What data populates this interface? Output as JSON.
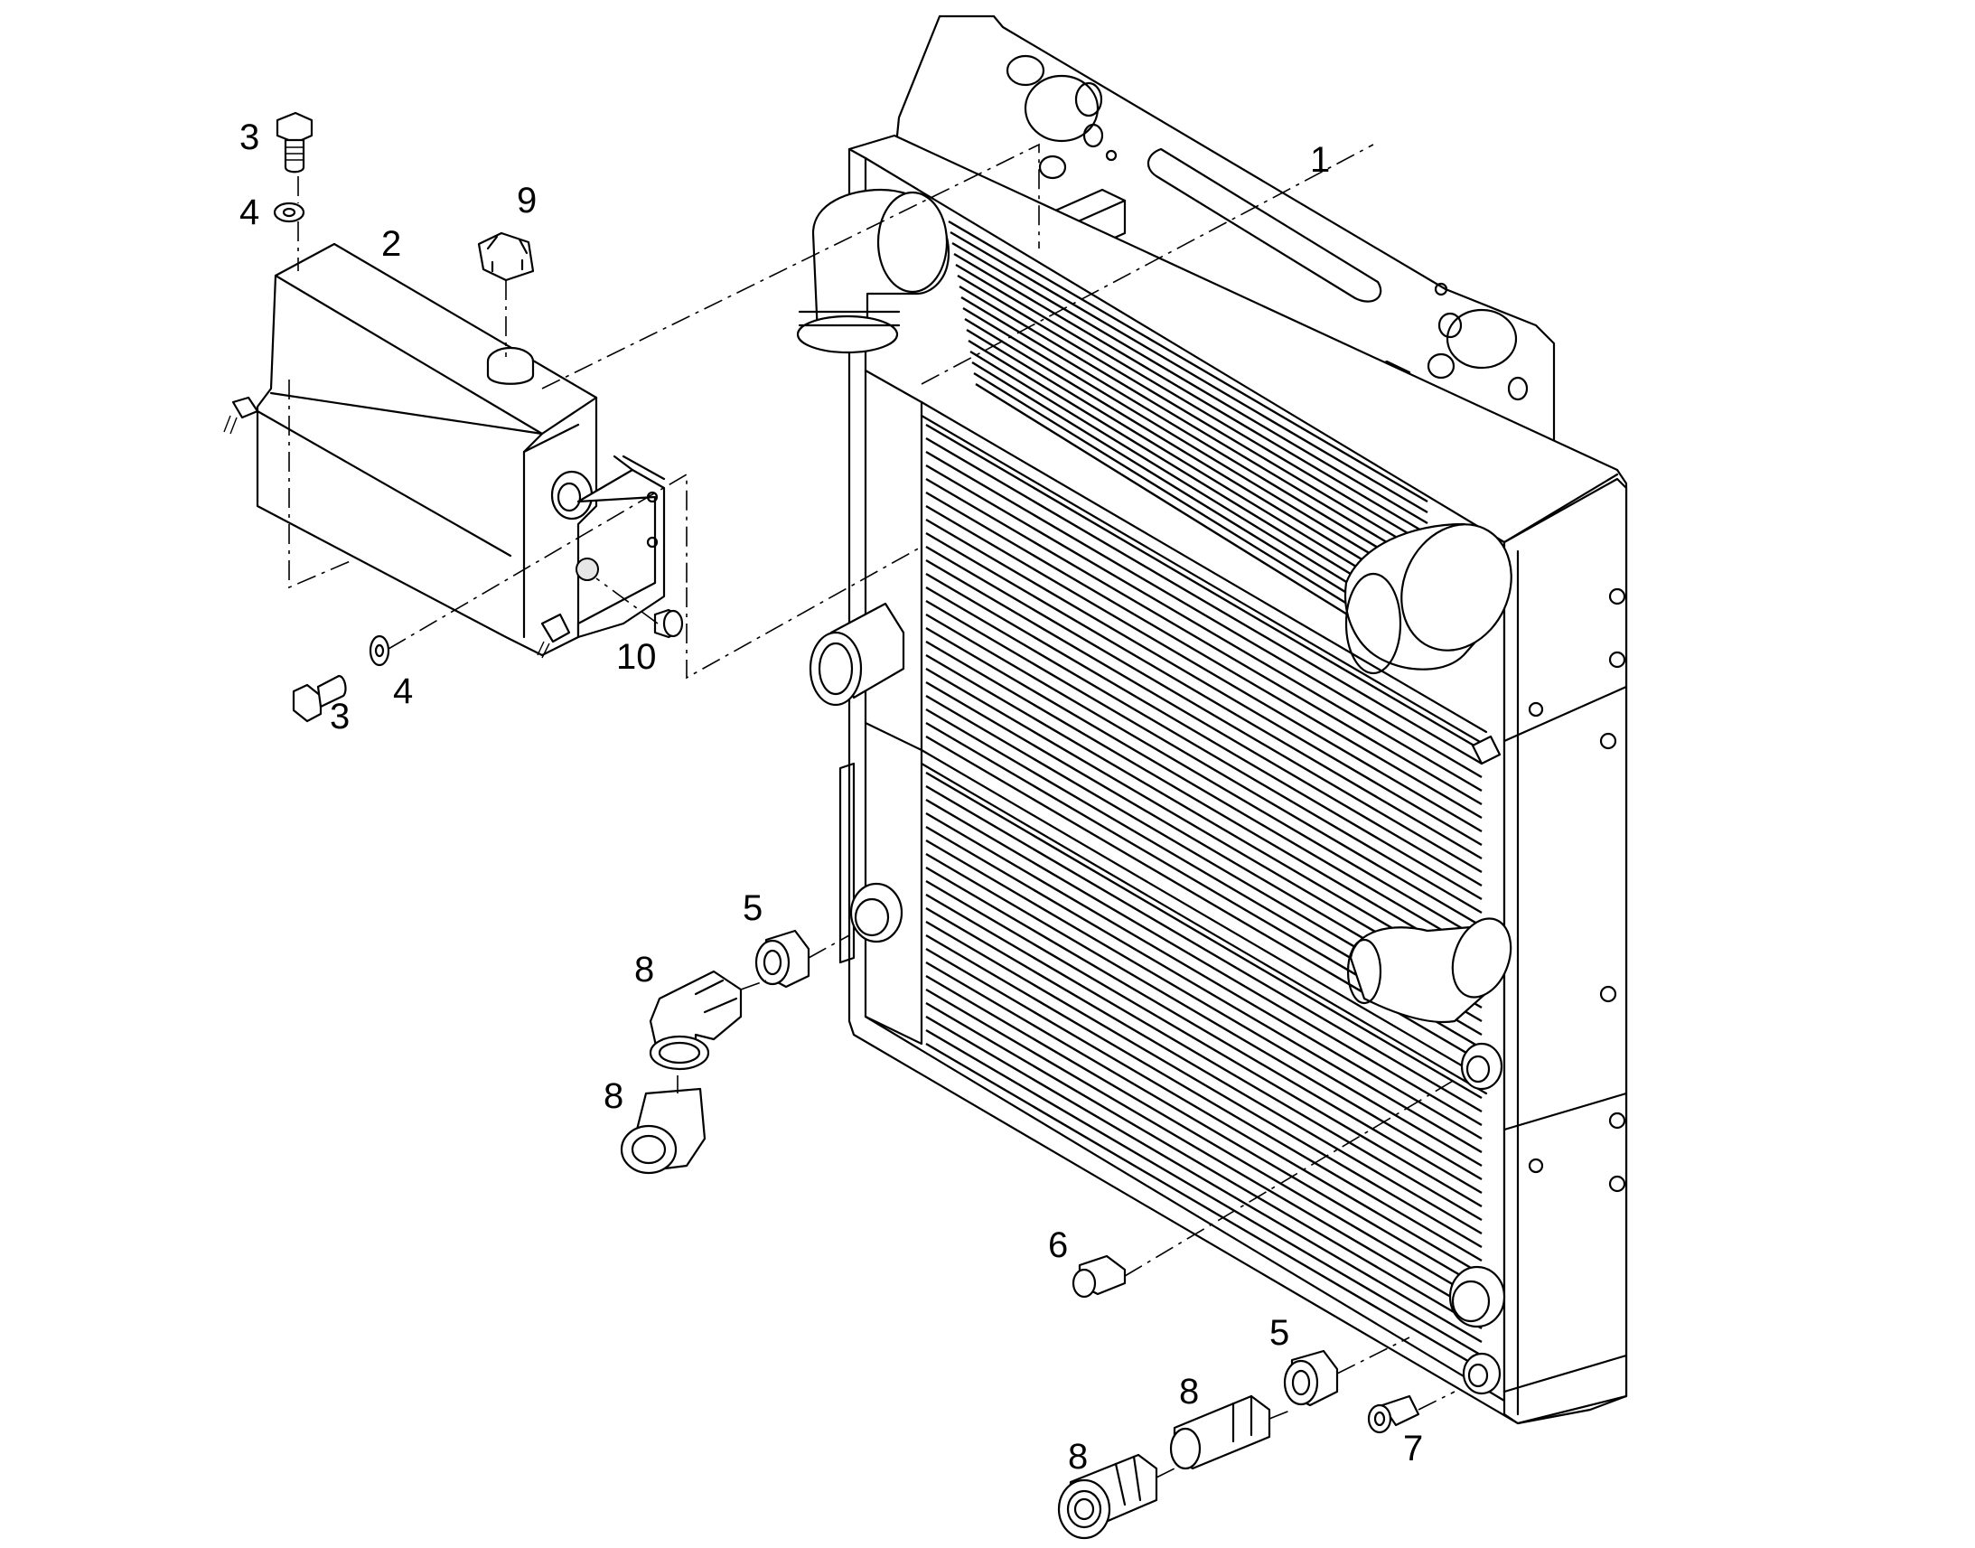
{
  "callouts": [
    {
      "id": "c1",
      "text": "1"
    },
    {
      "id": "c2",
      "text": "2"
    },
    {
      "id": "c3a",
      "text": "3"
    },
    {
      "id": "c4a",
      "text": "4"
    },
    {
      "id": "c9",
      "text": "9"
    },
    {
      "id": "c3b",
      "text": "3"
    },
    {
      "id": "c4b",
      "text": "4"
    },
    {
      "id": "c10",
      "text": "10"
    },
    {
      "id": "c5a",
      "text": "5"
    },
    {
      "id": "c8a",
      "text": "8"
    },
    {
      "id": "c8b",
      "text": "8"
    },
    {
      "id": "c6",
      "text": "6"
    },
    {
      "id": "c5b",
      "text": "5"
    },
    {
      "id": "c8c",
      "text": "8"
    },
    {
      "id": "c8d",
      "text": "8"
    },
    {
      "id": "c7",
      "text": "7"
    }
  ]
}
